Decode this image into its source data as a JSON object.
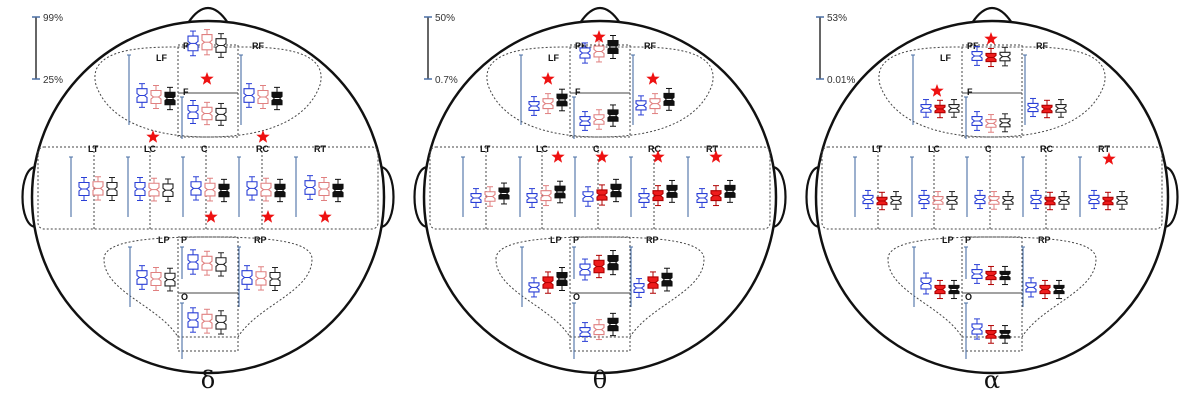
{
  "colors": {
    "blue": "#2a3fd6",
    "pink": "#e08080",
    "black": "#111111",
    "red": "#ee1c1c",
    "scale": "#4a6fa5",
    "star": "#ee1111"
  },
  "panels": [
    {
      "band_symbol": "δ",
      "scale_max": "99%",
      "scale_min": "25%",
      "region_labels": [
        "LF",
        "PF",
        "RF",
        "F",
        "LT",
        "LC",
        "C",
        "RC",
        "RT",
        "LP",
        "P",
        "RP",
        "O"
      ],
      "stars": [
        "PF",
        "LF",
        "RF",
        "C",
        "RC",
        "RT"
      ],
      "groups": [
        {
          "region": "PF",
          "style": [
            "b",
            "p",
            "w"
          ],
          "levels": [
            0.62,
            0.66,
            0.55
          ]
        },
        {
          "region": "LF",
          "style": [
            "b",
            "p",
            "k"
          ],
          "levels": [
            0.55,
            0.5,
            0.45
          ]
        },
        {
          "region": "F",
          "style": [
            "b",
            "p",
            "w"
          ],
          "levels": [
            0.5,
            0.45,
            0.42
          ]
        },
        {
          "region": "RF",
          "style": [
            "b",
            "p",
            "k"
          ],
          "levels": [
            0.55,
            0.5,
            0.45
          ]
        },
        {
          "region": "LT",
          "style": [
            "b",
            "p",
            "w"
          ],
          "levels": [
            0.5,
            0.52,
            0.5
          ]
        },
        {
          "region": "LC",
          "style": [
            "b",
            "p",
            "w"
          ],
          "levels": [
            0.5,
            0.48,
            0.46
          ]
        },
        {
          "region": "C",
          "style": [
            "b",
            "p",
            "k"
          ],
          "levels": [
            0.52,
            0.48,
            0.45
          ]
        },
        {
          "region": "RC",
          "style": [
            "b",
            "p",
            "k"
          ],
          "levels": [
            0.52,
            0.48,
            0.45
          ]
        },
        {
          "region": "RT",
          "style": [
            "b",
            "p",
            "k"
          ],
          "levels": [
            0.55,
            0.5,
            0.45
          ]
        },
        {
          "region": "LP",
          "style": [
            "b",
            "p",
            "w"
          ],
          "levels": [
            0.55,
            0.5,
            0.48
          ]
        },
        {
          "region": "P",
          "style": [
            "b",
            "p",
            "w"
          ],
          "levels": [
            0.6,
            0.56,
            0.52
          ]
        },
        {
          "region": "RP",
          "style": [
            "b",
            "p",
            "w"
          ],
          "levels": [
            0.55,
            0.52,
            0.5
          ]
        },
        {
          "region": "O",
          "style": [
            "b",
            "p",
            "w"
          ],
          "levels": [
            0.6,
            0.56,
            0.52
          ]
        }
      ]
    },
    {
      "band_symbol": "θ",
      "scale_max": "50%",
      "scale_min": "0.7%",
      "region_labels": [
        "LF",
        "PF",
        "RF",
        "F",
        "LT",
        "LC",
        "C",
        "RC",
        "RT",
        "LP",
        "P",
        "RP",
        "O"
      ],
      "stars": [
        "PF",
        "LF",
        "RF",
        "LC",
        "C",
        "RC",
        "RT"
      ],
      "groups": [
        {
          "region": "PF",
          "style": [
            "b",
            "p",
            "k"
          ],
          "levels": [
            0.3,
            0.35,
            0.5
          ]
        },
        {
          "region": "LF",
          "style": [
            "b",
            "p",
            "k"
          ],
          "levels": [
            0.2,
            0.28,
            0.4
          ]
        },
        {
          "region": "F",
          "style": [
            "b",
            "p",
            "k"
          ],
          "levels": [
            0.2,
            0.25,
            0.38
          ]
        },
        {
          "region": "RF",
          "style": [
            "b",
            "p",
            "k"
          ],
          "levels": [
            0.22,
            0.28,
            0.42
          ]
        },
        {
          "region": "LT",
          "style": [
            "b",
            "p",
            "k"
          ],
          "levels": [
            0.2,
            0.25,
            0.35
          ]
        },
        {
          "region": "LC",
          "style": [
            "b",
            "p",
            "k"
          ],
          "levels": [
            0.2,
            0.28,
            0.4
          ]
        },
        {
          "region": "C",
          "style": [
            "b",
            "r",
            "k"
          ],
          "levels": [
            0.25,
            0.3,
            0.45
          ]
        },
        {
          "region": "RC",
          "style": [
            "b",
            "r",
            "k"
          ],
          "levels": [
            0.2,
            0.28,
            0.42
          ]
        },
        {
          "region": "RT",
          "style": [
            "b",
            "r",
            "k"
          ],
          "levels": [
            0.2,
            0.28,
            0.42
          ]
        },
        {
          "region": "LP",
          "style": [
            "b",
            "r",
            "k"
          ],
          "levels": [
            0.22,
            0.38,
            0.5
          ]
        },
        {
          "region": "P",
          "style": [
            "b",
            "r",
            "k"
          ],
          "levels": [
            0.35,
            0.45,
            0.58
          ]
        },
        {
          "region": "RP",
          "style": [
            "b",
            "r",
            "k"
          ],
          "levels": [
            0.2,
            0.38,
            0.48
          ]
        },
        {
          "region": "O",
          "style": [
            "b",
            "p",
            "k"
          ],
          "levels": [
            0.2,
            0.28,
            0.45
          ]
        }
      ]
    },
    {
      "band_symbol": "α",
      "scale_max": "53%",
      "scale_min": "0.01%",
      "region_labels": [
        "LF",
        "PF",
        "RF",
        "F",
        "LT",
        "LC",
        "C",
        "RC",
        "RT",
        "LP",
        "P",
        "RP",
        "O"
      ],
      "stars": [
        "PF",
        "LF",
        "RT"
      ],
      "groups": [
        {
          "region": "PF",
          "style": [
            "b",
            "r",
            "w"
          ],
          "levels": [
            0.2,
            0.15,
            0.18
          ]
        },
        {
          "region": "LF",
          "style": [
            "b",
            "r",
            "w"
          ],
          "levels": [
            0.12,
            0.1,
            0.12
          ]
        },
        {
          "region": "F",
          "style": [
            "b",
            "p",
            "w"
          ],
          "levels": [
            0.2,
            0.12,
            0.14
          ]
        },
        {
          "region": "RF",
          "style": [
            "b",
            "r",
            "w"
          ],
          "levels": [
            0.15,
            0.1,
            0.12
          ]
        },
        {
          "region": "LT",
          "style": [
            "b",
            "r",
            "w"
          ],
          "levels": [
            0.15,
            0.1,
            0.12
          ]
        },
        {
          "region": "LC",
          "style": [
            "b",
            "p",
            "w"
          ],
          "levels": [
            0.15,
            0.12,
            0.12
          ]
        },
        {
          "region": "C",
          "style": [
            "b",
            "p",
            "w"
          ],
          "levels": [
            0.15,
            0.12,
            0.12
          ]
        },
        {
          "region": "RC",
          "style": [
            "b",
            "r",
            "w"
          ],
          "levels": [
            0.15,
            0.1,
            0.12
          ]
        },
        {
          "region": "RT",
          "style": [
            "b",
            "r",
            "w"
          ],
          "levels": [
            0.15,
            0.1,
            0.12
          ]
        },
        {
          "region": "LP",
          "style": [
            "b",
            "r",
            "k"
          ],
          "levels": [
            0.35,
            0.15,
            0.15
          ]
        },
        {
          "region": "P",
          "style": [
            "b",
            "r",
            "k"
          ],
          "levels": [
            0.2,
            0.15,
            0.15
          ]
        },
        {
          "region": "RP",
          "style": [
            "b",
            "r",
            "k"
          ],
          "levels": [
            0.22,
            0.15,
            0.15
          ]
        },
        {
          "region": "O",
          "style": [
            "b",
            "r",
            "k"
          ],
          "levels": [
            0.3,
            0.12,
            0.12
          ]
        }
      ]
    }
  ]
}
